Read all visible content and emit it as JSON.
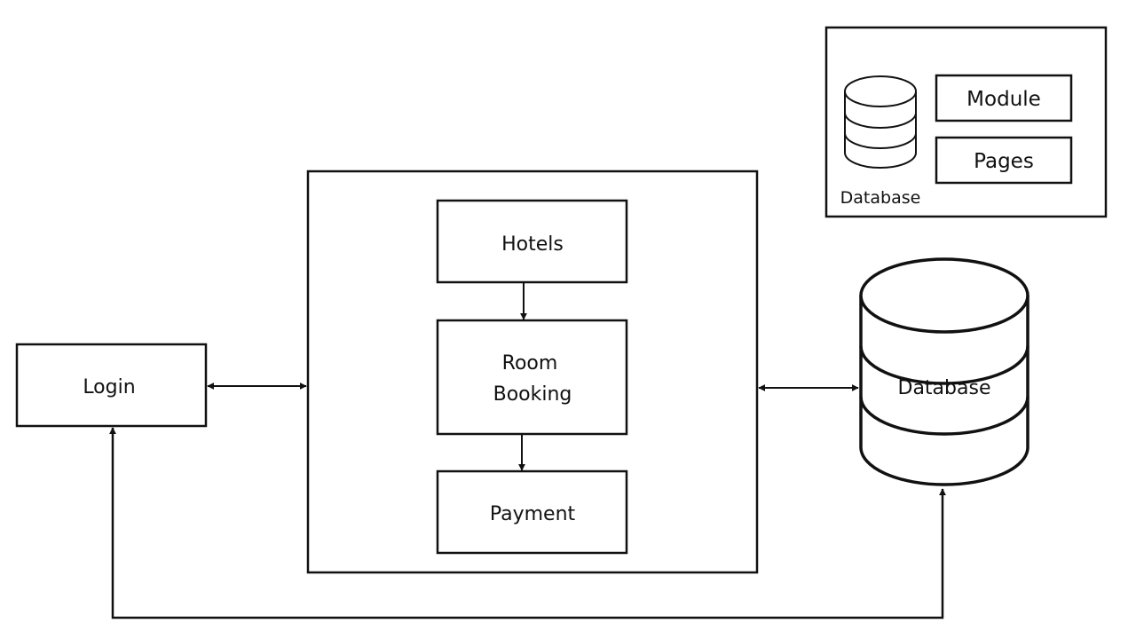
{
  "legend": {
    "database_label": "Database",
    "module_label": "Module",
    "pages_label": "Pages"
  },
  "nodes": {
    "login": "Login",
    "hotels": "Hotels",
    "room_booking_line1": "Room",
    "room_booking_line2": "Booking",
    "payment": "Payment",
    "database": "Database"
  },
  "colors": {
    "stroke": "#111111",
    "background": "#ffffff"
  }
}
